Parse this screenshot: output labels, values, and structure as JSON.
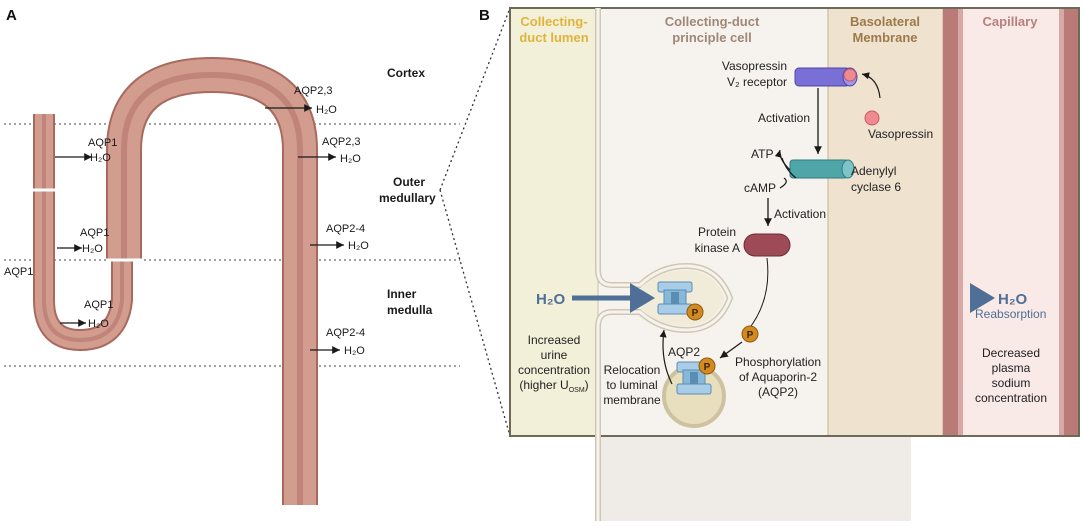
{
  "panels": {
    "a": "A",
    "b": "B"
  },
  "colors": {
    "tubule": "#d29c8e",
    "tubule_edge": "#a96a5e",
    "lumen_zone": "#f3f0da",
    "cell_zone": "#f6f3ee",
    "baso_zone": "#efe2cf",
    "capillary": "#b97a78",
    "capillary_bg": "#f9e9e7",
    "arrow_blue": "#4f6f96",
    "lumen_title": "#e0b43a",
    "cell_title": "#a08777",
    "baso_title": "#9d7a4b",
    "cap_title": "#b5817f",
    "receptor": "#7a6fd6",
    "cyclase": "#4fa6a9",
    "pka": "#9f4a57",
    "phospho": "#d28a21",
    "aqp": "#86b9d9"
  },
  "panel_a": {
    "zones": {
      "cortex": "Cortex",
      "outer_1": "Outer",
      "outer_2": "medullary",
      "inner_1": "Inner",
      "inner_2": "medulla"
    },
    "labels": {
      "aqp1_top": "AQP1",
      "h2o_top": "H₂O",
      "aqp1_mid": "AQP1",
      "h2o_mid": "H₂O",
      "aqp1_left": "AQP1",
      "aqp1_low": "AQP1",
      "h2o_low": "H₂O",
      "aqp23_a": "AQP2,3",
      "h2o_a": "H₂O",
      "aqp23_b": "AQP2,3",
      "h2o_b": "H₂O",
      "aqp24_a": "AQP2-4",
      "h2o_c": "H₂O",
      "aqp24_b": "AQP2-4",
      "h2o_d": "H₂O"
    }
  },
  "panel_b": {
    "headers": {
      "lumen_1": "Collecting-",
      "lumen_2": "duct lumen",
      "cell_1": "Collecting-duct",
      "cell_2": "principle cell",
      "baso_1": "Basolateral",
      "baso_2": "Membrane",
      "capillary": "Capillary"
    },
    "receptor_1": "Vasopressin",
    "receptor_2": "V₂ receptor",
    "vasopressin": "Vasopressin",
    "activation_1": "Activation",
    "atp": "ATP",
    "camp": "cAMP",
    "cyclase_1": "Adenylyl",
    "cyclase_2": "cyclase 6",
    "activation_2": "Activation",
    "pka_1": "Protein",
    "pka_2": "kinase A",
    "p": "P",
    "h2o_in": "H₂O",
    "h2o_out": "H₂O",
    "reabsorption": "Reabsorption",
    "urine_1": "Increased",
    "urine_2": "urine",
    "urine_3": "concentration",
    "urine_4": "(higher U",
    "urine_sub": "OSM",
    "urine_5": ")",
    "aqp2": "AQP2",
    "relocation_1": "Relocation",
    "relocation_2": "to luminal",
    "relocation_3": "membrane",
    "phospho_1": "Phosphorylation",
    "phospho_2": "of Aquaporin-2",
    "phospho_3": "(AQP2)",
    "plasma_1": "Decreased",
    "plasma_2": "plasma",
    "plasma_3": "sodium",
    "plasma_4": "concentration"
  }
}
